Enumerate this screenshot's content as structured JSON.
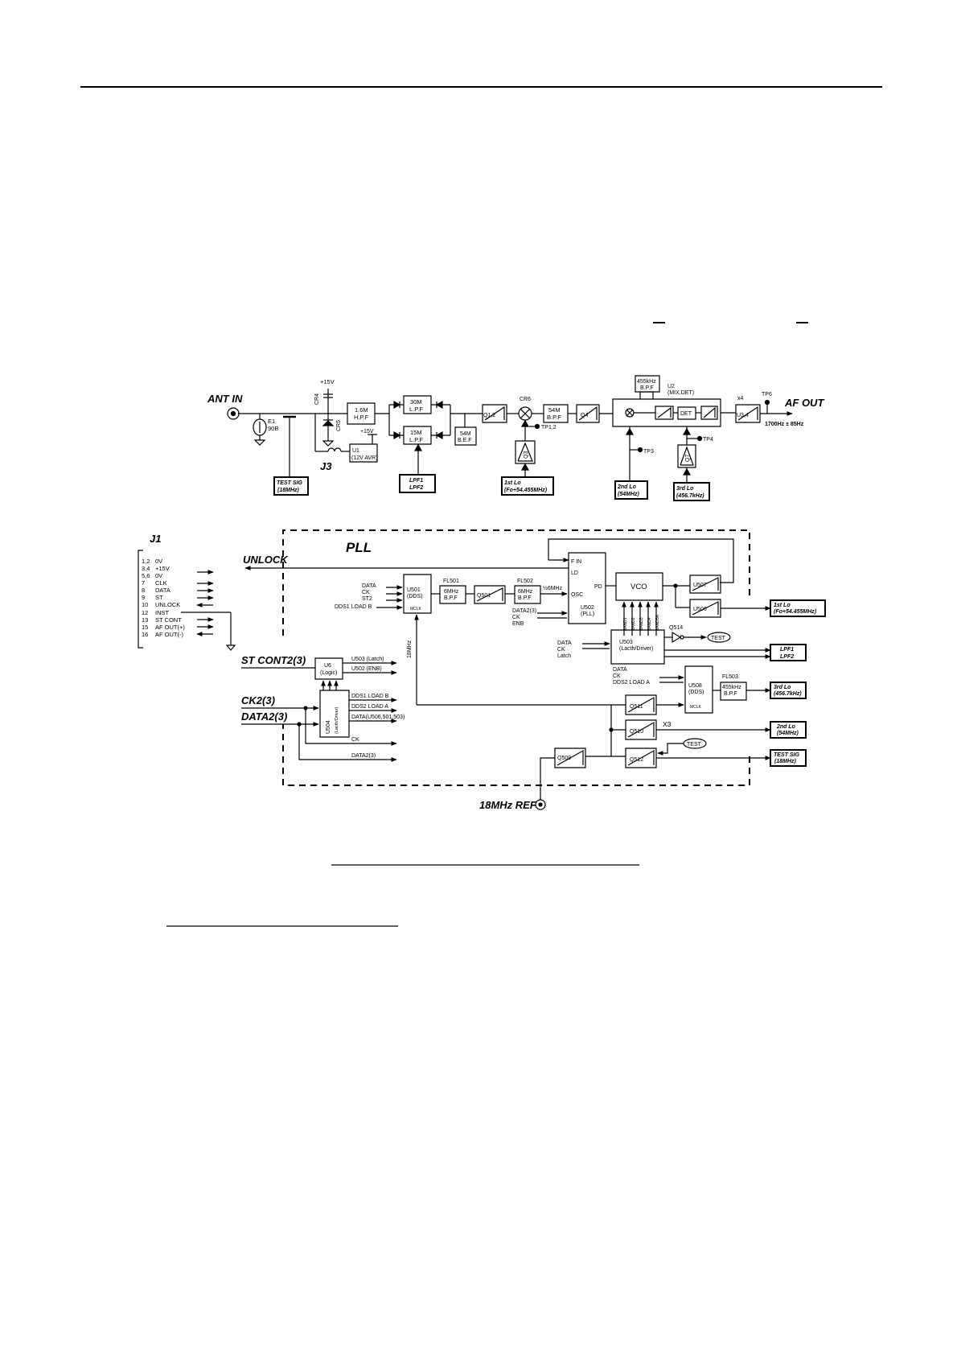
{
  "receiver": {
    "ant_in": "ANT IN",
    "e1": "E1",
    "e1_part": "90B",
    "cr4": "CR4",
    "cr5": "CR5",
    "plus15v_top": "+15V",
    "plus15v_u1": "+15V",
    "u1": "U1",
    "u1_desc": "(12V AVR)",
    "j3": "J3",
    "hpf_1": "1.6M",
    "hpf_2": "H.P.F",
    "lpf30_1": "30M",
    "lpf30_2": "L.P.F",
    "lpf15_1": "15M",
    "lpf15_2": "L.P.F",
    "bef_1": "54M",
    "bef_2": "B.E.F",
    "q12": "Q1,2",
    "cr6": "CR6",
    "tp12": "TP1,2",
    "q3": "Q3",
    "bpf54_1": "54M",
    "bpf54_2": "B.P.F",
    "q4": "Q4",
    "bpf455_1": "455kHz",
    "bpf455_2": "B.P.F",
    "u2": "U2",
    "u2_desc": "(MIX,DET)",
    "det": "DET",
    "x4": "x4",
    "u34": "U3,4",
    "tp6": "TP6",
    "af_out": "AF OUT",
    "af_spec": "1700Hz ± 85Hz",
    "tp3": "TP3",
    "tp4": "TP4",
    "q7": "Q7",
    "test_sig_1": "TEST SIG",
    "test_sig_2": "(18MHz)",
    "lpf_ctrl_1": "LPF1",
    "lpf_ctrl_2": "LPF2",
    "first_lo_1": "1st Lo",
    "first_lo_2": "(Fo+54.455MHz)",
    "second_lo_1": "2nd Lo",
    "second_lo_2": "(54MHz)",
    "third_lo_1": "3rd Lo",
    "third_lo_2": "(456.7kHz)"
  },
  "pll": {
    "j1": "J1",
    "pins": [
      {
        "num": "1,2",
        "name": "0V"
      },
      {
        "num": "3,4",
        "name": "+15V"
      },
      {
        "num": "5,6",
        "name": "0V"
      },
      {
        "num": "7",
        "name": "CLK"
      },
      {
        "num": "8",
        "name": "DATA"
      },
      {
        "num": "9",
        "name": "ST"
      },
      {
        "num": "10",
        "name": "UNLOCK"
      },
      {
        "num": "12",
        "name": "INST"
      },
      {
        "num": "13",
        "name": "ST CONT"
      },
      {
        "num": "15",
        "name": "AF OUT(+)"
      },
      {
        "num": "16",
        "name": "AF OUT(-)"
      }
    ],
    "unlock": "UNLOCK",
    "pll_title": "PLL",
    "u501_in": [
      "DATA",
      "CK",
      "ST2"
    ],
    "dds1_load_b_in": "DDS1 LOAD B",
    "u501_1": "U501",
    "u501_2": "(DDS)",
    "u501_mclk": "MCLK",
    "fl501": "FL501",
    "fl501_1": "6MHz",
    "fl501_2": "B.P.F",
    "q501": "Q501",
    "fl502": "FL502",
    "fl502_1": "6MHz",
    "fl502_2": "B.P.F",
    "half6mhz": "½6MHz",
    "u502_fin": "F IN",
    "u502_ld": "LD",
    "u502_pd": "PD",
    "u502_osc": "OSC",
    "u502_1": "U502",
    "u502_2": "(PLL)",
    "u502_in": [
      "DATA2(3)",
      "CK",
      "ENB"
    ],
    "vco": "VCO",
    "bands": [
      "BAND1",
      "BAND2",
      "BAND3",
      "BAND4",
      "BAND5A"
    ],
    "u507": "U507",
    "u506": "U506",
    "first_lo_1": "1st Lo",
    "first_lo_2": "(Fo+54.455MHz)",
    "u503_in": [
      "DATA",
      "CK",
      "Latch"
    ],
    "u503_1": "U503",
    "u503_2": "(Lacth/Driver)",
    "q514": "Q514",
    "test_a": "TEST",
    "lpf1": "LPF1",
    "lpf2": "LPF2",
    "u508_in": [
      "DATA",
      "CK",
      "DDS2 LOAD A"
    ],
    "u508_1": "U508",
    "u508_2": "(DDS)",
    "u508_mclk": "MCLK",
    "fl503": "FL503",
    "fl503_1": "455kHz",
    "fl503_2": "B.P.F",
    "third_lo_1": "3rd Lo",
    "third_lo_2": "(456.7kHz)",
    "mhz18_vert": "18MHz",
    "q511": "Q511",
    "q510": "Q510",
    "x3": "X3",
    "second_lo_1": "2nd Lo",
    "second_lo_2": "(54MHz)",
    "test_b": "TEST",
    "q512": "Q512",
    "test_sig_1": "TEST SIG",
    "test_sig_2": "(18MHz)",
    "q509": "Q509",
    "ref": "18MHz REF",
    "st_cont2": "ST CONT2(3)",
    "ck2": "CK2(3)",
    "data2": "DATA2(3)",
    "u6_1": "U6",
    "u6_2": "(Logic)",
    "u6_out1": "U503 (Latch)",
    "u6_out2": "U502 (ENB)",
    "u504_1": "U504",
    "u504_2": "(Lacth/Driver)",
    "u504_out1": "DDS1 LOAD B",
    "u504_out2": "DDS2 LOAD A",
    "u504_out3": "DATA(U506,501,503)",
    "ck_out": "CK",
    "data2_out": "DATA2(3)"
  }
}
